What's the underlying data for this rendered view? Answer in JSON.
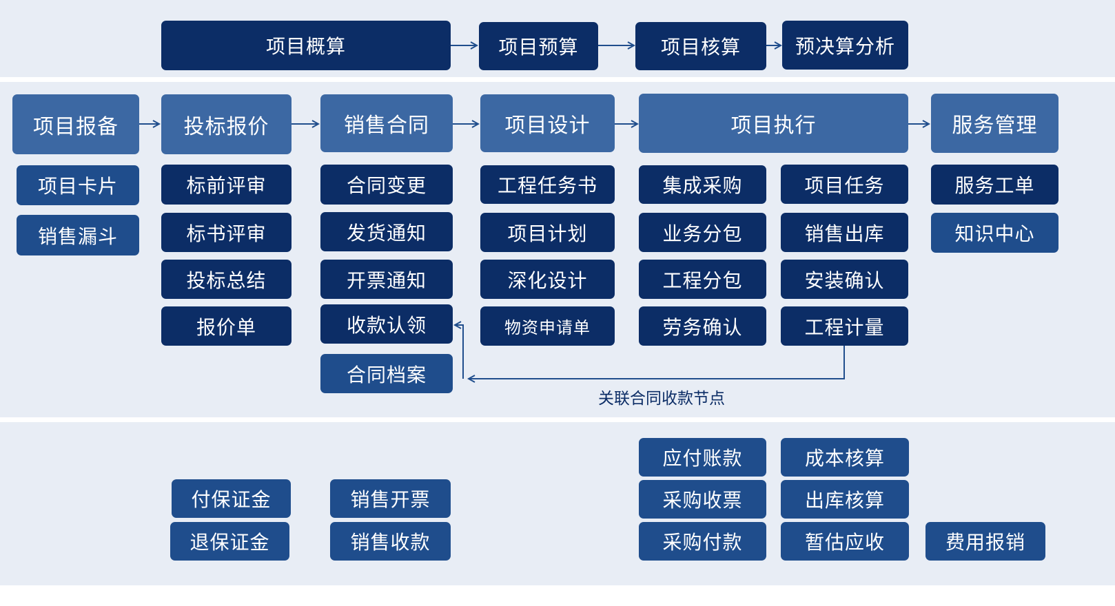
{
  "colors": {
    "band_background": "#e8edf5",
    "dark_box": "#0c2d66",
    "mid_box": "#1f4d8c",
    "light_box": "#3c68a3",
    "arrow": "#1f4d8c"
  },
  "budget_flow": {
    "steps": [
      "项目概算",
      "项目预算",
      "项目核算",
      "预决算分析"
    ]
  },
  "main_flow": {
    "stages": [
      "项目报备",
      "投标报价",
      "销售合同",
      "项目设计",
      "项目执行",
      "服务管理"
    ]
  },
  "columns": {
    "project_report": [
      "项目卡片",
      "销售漏斗"
    ],
    "bid_quote": [
      "标前评审",
      "标书评审",
      "投标总结",
      "报价单"
    ],
    "sales_contract": [
      "合同变更",
      "发货通知",
      "开票通知",
      "收款认领",
      "合同档案"
    ],
    "project_design": [
      "工程任务书",
      "项目计划",
      "深化设计",
      "物资申请单"
    ],
    "execution_left": [
      "集成采购",
      "业务分包",
      "工程分包",
      "劳务确认"
    ],
    "execution_right": [
      "项目任务",
      "销售出库",
      "安装确认",
      "工程计量"
    ],
    "service": [
      "服务工单",
      "知识中心"
    ]
  },
  "link_caption": "关联合同收款节点",
  "finance": {
    "deposit": [
      "付保证金",
      "退保证金"
    ],
    "sales": [
      "销售开票",
      "销售收款"
    ],
    "payables": [
      "应付账款",
      "采购收票",
      "采购付款"
    ],
    "costing": [
      "成本核算",
      "出库核算",
      "暂估应收"
    ],
    "expense": "费用报销"
  }
}
